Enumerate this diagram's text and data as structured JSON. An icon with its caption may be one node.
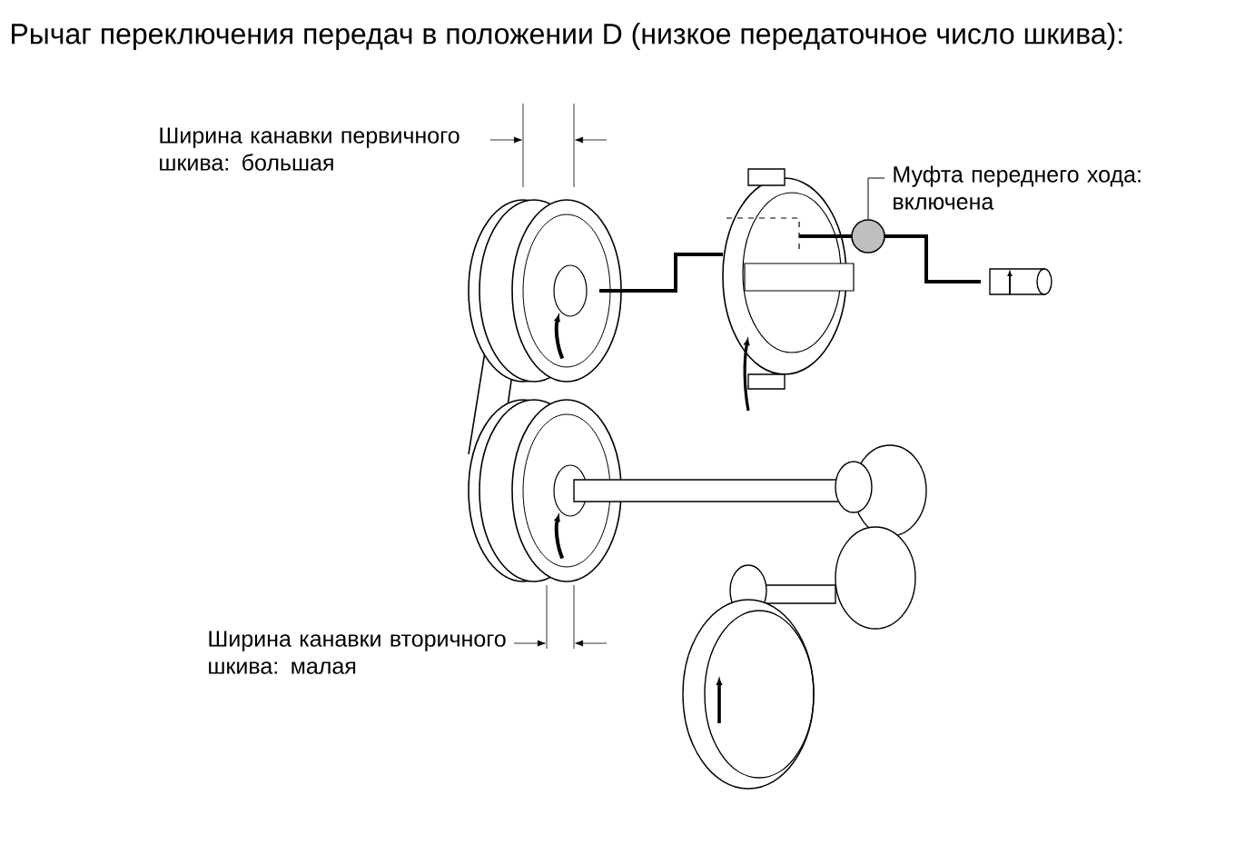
{
  "diagram": {
    "title": "Рычаг переключения передач в положении D (низкое передаточное число шкива):",
    "nodes": [
      {
        "text": [
          "Муфта переднего хода: включена"
        ]
      },
      {
        "text": [],
        "shape": "circle"
      }
    ],
    "edges": [
      {
        "from": 0,
        "to": 1,
        "arrow": "none"
      }
    ],
    "labels": [
      "Ширина канавки первичного шкива: большая",
      "Ширина канавки вторичного шкива: малая"
    ]
  }
}
